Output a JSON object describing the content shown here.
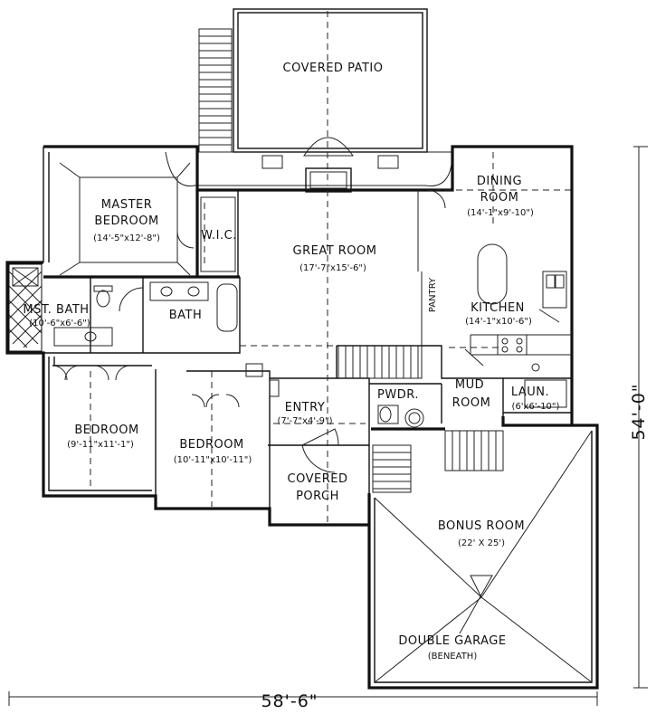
{
  "rooms": {
    "covered_patio": {
      "name": "COVERED PATIO"
    },
    "dining": {
      "name1": "DINING",
      "name2": "ROOM",
      "size": "(14'-1\"x9'-10\")"
    },
    "master": {
      "name1": "MASTER",
      "name2": "BEDROOM",
      "size": "(14'-5\"x12'-8\")"
    },
    "wic": {
      "name": "W.I.C."
    },
    "great": {
      "name": "GREAT ROOM",
      "size": "(17'-7\"x15'-6\")"
    },
    "pantry": {
      "name": "PANTRY"
    },
    "kitchen": {
      "name": "KITCHEN",
      "size": "(14'-1\"x10'-6\")"
    },
    "mst_bath": {
      "name": "MST. BATH",
      "size": "(10'-6\"x6'-6\")"
    },
    "bath": {
      "name": "BATH"
    },
    "mud": {
      "name1": "MUD",
      "name2": "ROOM"
    },
    "pwdr": {
      "name": "PWDR."
    },
    "laun": {
      "name": "LAUN.",
      "size": "(6'x6'-10\")"
    },
    "entry": {
      "name": "ENTRY",
      "size": "(7'-7\"x4'-9\")"
    },
    "bed1": {
      "name": "BEDROOM",
      "size": "(9'-11\"x11'-1\")"
    },
    "bed2": {
      "name": "BEDROOM",
      "size": "(10'-11\"x10'-11\")"
    },
    "porch": {
      "name1": "COVERED",
      "name2": "PORCH"
    },
    "bonus": {
      "name": "BONUS ROOM",
      "size": "(22' X 25')"
    },
    "garage": {
      "name": "DOUBLE GARAGE",
      "sub": "(BENEATH)"
    }
  },
  "dimensions": {
    "width": "58'-6\"",
    "depth": "54'-0\""
  }
}
